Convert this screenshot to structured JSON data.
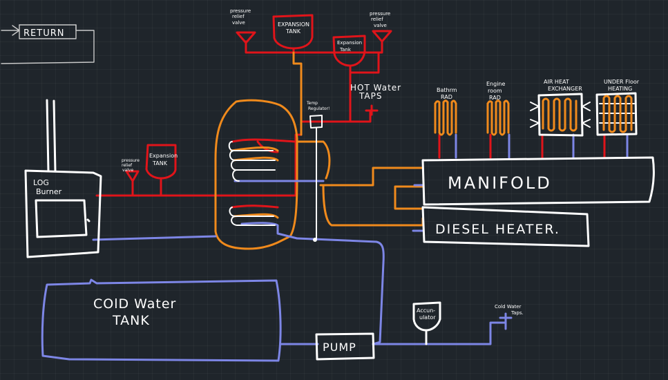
{
  "labels": {
    "return": "RETURN",
    "log_burner_line1": "LOG",
    "log_burner_line2": "Burner",
    "cold_water_tank_line1": "COlD Water",
    "cold_water_tank_line2": "TANK",
    "pump": "PUMP",
    "manifold": "MANIFOLD",
    "diesel_heater": "DIESEL HEATER.",
    "expansion_tank_top_line1": "EXPANSION",
    "expansion_tank_top_line2": "TANK",
    "expansion_tank_small_line1": "Expansion",
    "expansion_tank_small_line2": "Tank",
    "expansion_tank_left_line1": "Expansion",
    "expansion_tank_left_line2": "TANK",
    "prv_top_left_line1": "pressure",
    "prv_top_left_line2": "relief",
    "prv_top_left_line3": "valve",
    "prv_top_right_line1": "pressure",
    "prv_top_right_line2": "relief",
    "prv_top_right_line3": "valve",
    "prv_left_line1": "pressure",
    "prv_left_line2": "relief",
    "prv_left_line3": "valve",
    "hot_water_taps_line1": "HOT Water",
    "hot_water_taps_line2": "TAPS",
    "temp_regulator_line1": "Temp",
    "temp_regulator_line2": "Regulator!",
    "bathroom_rad_line1": "Bathrm",
    "bathroom_rad_line2": "RAD",
    "engine_room_rad_line1": "Engine",
    "engine_room_rad_line2": "room",
    "engine_room_rad_line3": "RAD",
    "air_heat_exchanger_line1": "AIR HEAT",
    "air_heat_exchanger_line2": "EXCHANGER",
    "underfloor_heating_line1": "UNDER Floor",
    "underfloor_heating_line2": "HEATING",
    "accumulator_line1": "Accun-",
    "accumulator_line2": "ulator",
    "cold_water_taps_line1": "Cold Water",
    "cold_water_taps_line2": "Taps."
  },
  "colors": {
    "background": "#1f252b",
    "component_outline": "#ffffff",
    "hot_pipe": "#e0141a",
    "heating_loop_pipe": "#f08a1c",
    "cold_pipe": "#7d86e6"
  }
}
